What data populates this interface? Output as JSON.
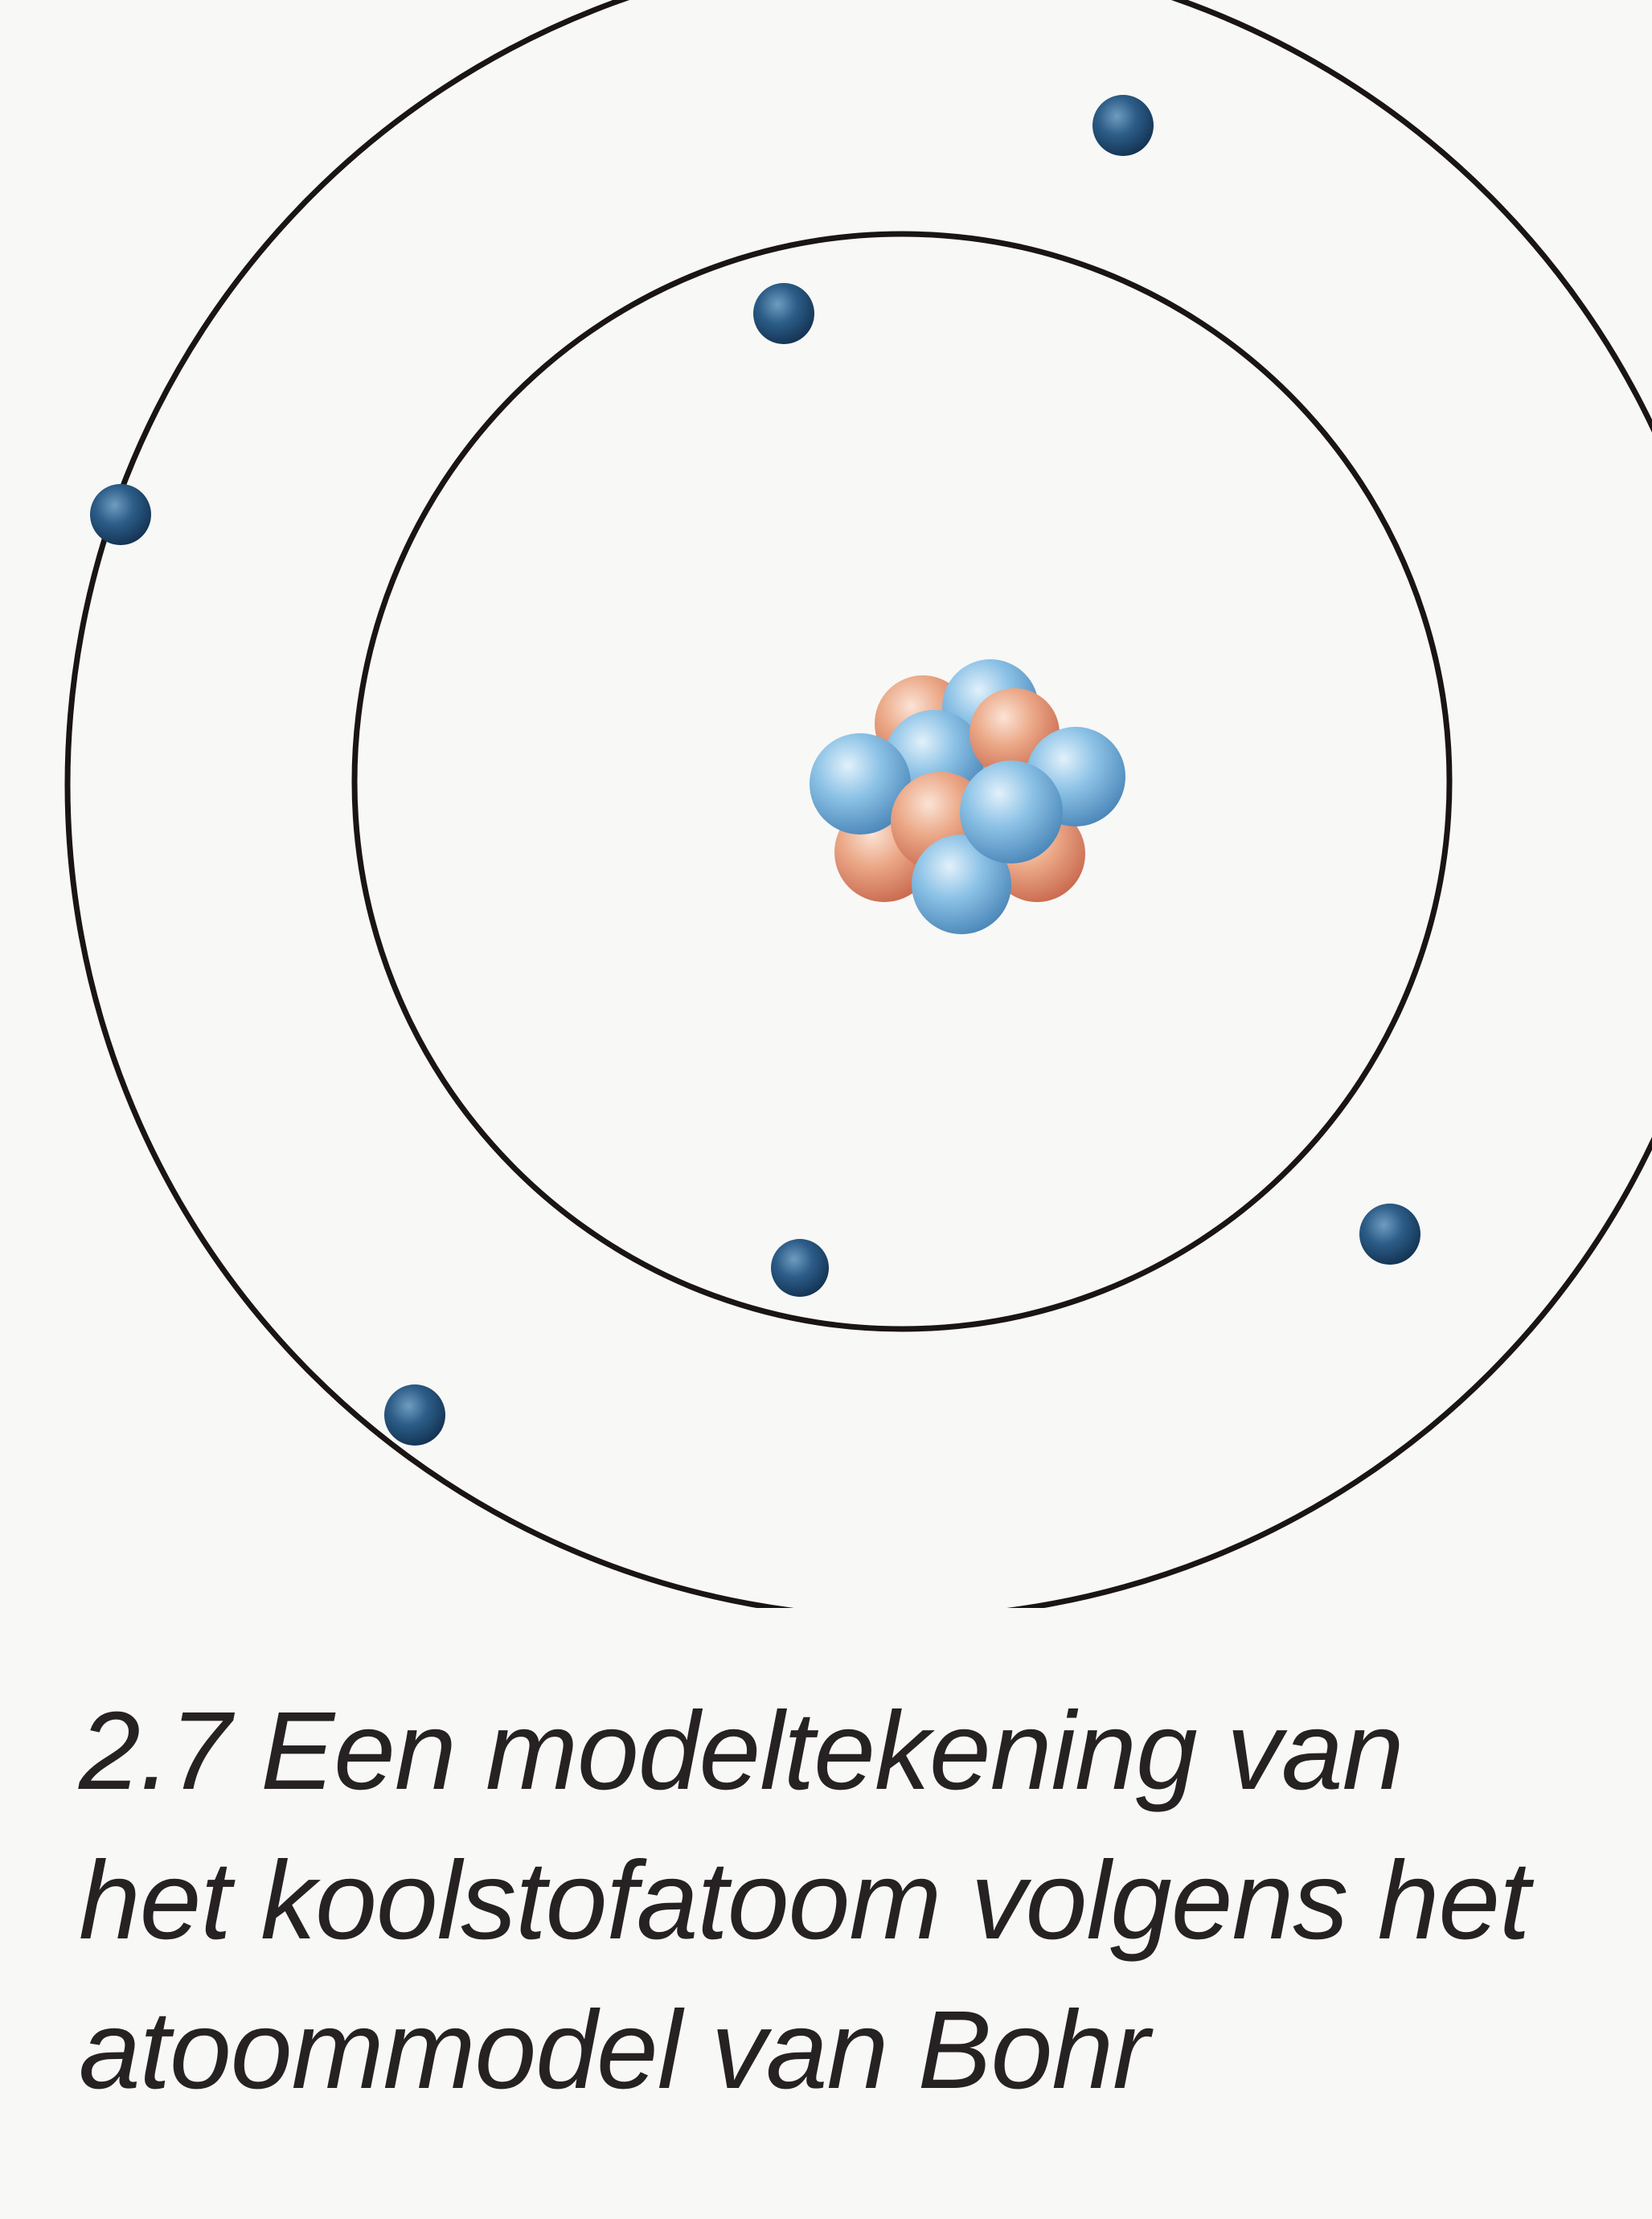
{
  "figure": {
    "caption_lines": [
      "2.7 Een modeltekening van",
      "het koolstofatoom volgens het",
      "atoommodel van Bohr"
    ]
  },
  "diagram": {
    "orbits": [
      {
        "name": "inner-orbit",
        "electron_count": 2
      },
      {
        "name": "outer-orbit",
        "electron_count": 4
      }
    ],
    "nucleus": {
      "proton_color": "#e8a07e",
      "neutron_color": "#7bb6dc"
    },
    "colors": {
      "orbit_stroke": "#1a1414",
      "electron": "#1f4f78",
      "electron_highlight": "#6f9cc0",
      "proton": "#e9a384",
      "neutron": "#86bde2"
    }
  }
}
